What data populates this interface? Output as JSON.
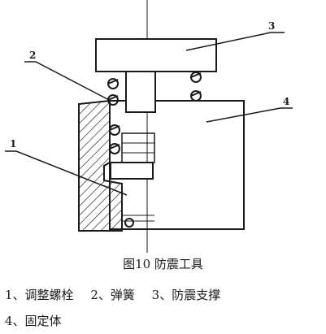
{
  "figure": {
    "caption": "图10  防震工具",
    "callouts": [
      "1",
      "2",
      "3",
      "4"
    ],
    "legend": [
      "1、调整螺栓",
      "2、弹簧",
      "3、防震支撑",
      "4、固定体"
    ]
  },
  "colors": {
    "ink": "#1a1a1a",
    "paper": "#ffffff"
  }
}
